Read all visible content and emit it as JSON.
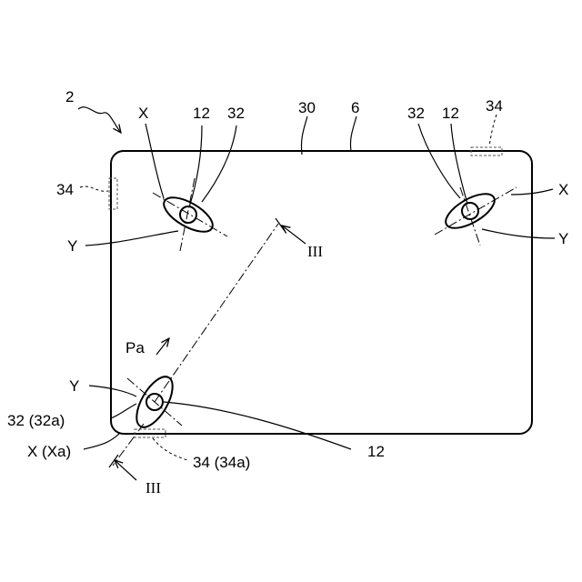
{
  "figure": {
    "labels": {
      "assembly": "2",
      "panel": "30",
      "edge": "6",
      "pin": "12",
      "slot": "32",
      "marker": "34",
      "axis_x": "X",
      "axis_y": "Y",
      "section": "III",
      "direction": "Pa",
      "slot_a": "32 (32a)",
      "axis_xa": "X (Xa)",
      "marker_a": "34 (34a)"
    }
  }
}
